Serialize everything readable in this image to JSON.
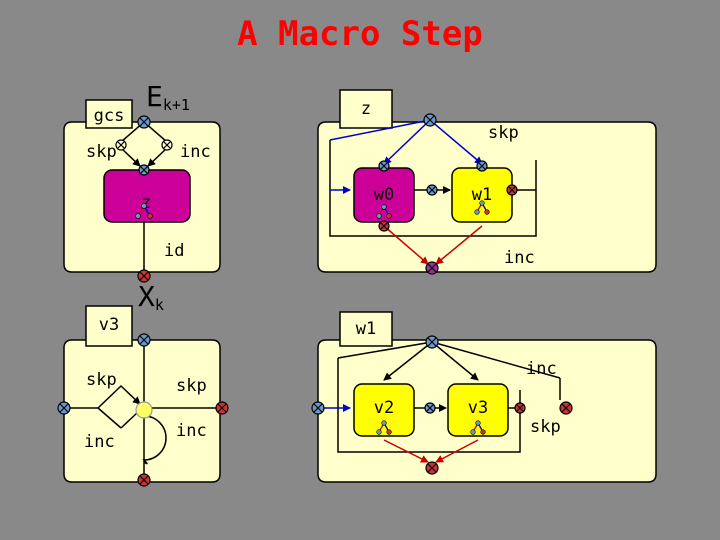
{
  "title": "A Macro Step",
  "colors": {
    "background": "#898989",
    "title": "#ff0000",
    "panel": "#ffffcc",
    "magenta_state": "#cc0099",
    "yellow_state": "#ffff00",
    "port_blue": "#6699cc",
    "port_red": "#cc3333",
    "port_purple": "#993399",
    "port_yellow": "#ffff66",
    "edge_red": "#cc0000",
    "edge_blue": "#0000cc"
  },
  "panels": {
    "top_left": {
      "tab_label": "gcs",
      "entry_label": "E",
      "entry_sub": "k+1",
      "edge_left": "skp",
      "edge_right": "inc",
      "state_label": "z",
      "exit_label": "id"
    },
    "top_right": {
      "tab_label": "z",
      "edge_top": "skp",
      "state1_label": "w0",
      "state2_label": "w1",
      "edge_bottom": "inc"
    },
    "bottom_left": {
      "tab_label": "v3",
      "top_label": "X",
      "top_sub": "k",
      "edge_skp_left": "skp",
      "edge_inc_left": "inc",
      "edge_skp_right": "skp",
      "edge_inc_right": "inc"
    },
    "bottom_right": {
      "tab_label": "w1",
      "edge_top": "inc",
      "state1_label": "v2",
      "state2_label": "v3",
      "edge_right": "skp"
    }
  }
}
